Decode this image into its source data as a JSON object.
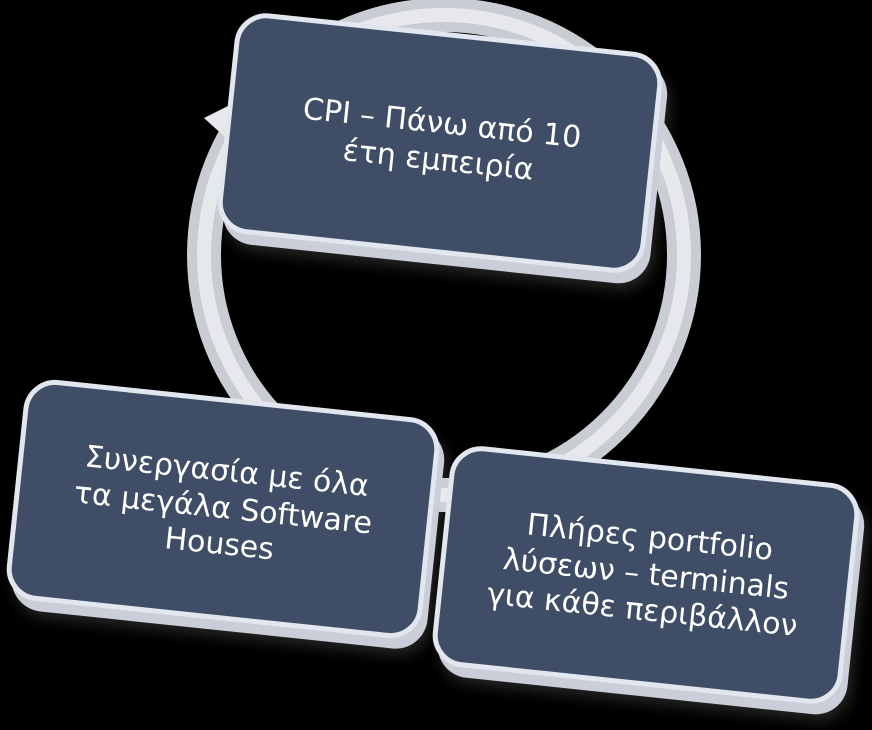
{
  "colors": {
    "background": "#000000",
    "box_fill": "#3f4d66",
    "box_border": "#e2e6ee",
    "ring": "#cfd2d8",
    "text": "#ffffff"
  },
  "nodes": {
    "top": "CPI – Πάνω από 10\nέτη εμπειρία",
    "left": "Συνεργασία με όλα\nτα μεγάλα Software\nHouses",
    "right": "Πλήρες portfolio\nλύσεων – terminals\nγια κάθε περιβάλλον"
  }
}
